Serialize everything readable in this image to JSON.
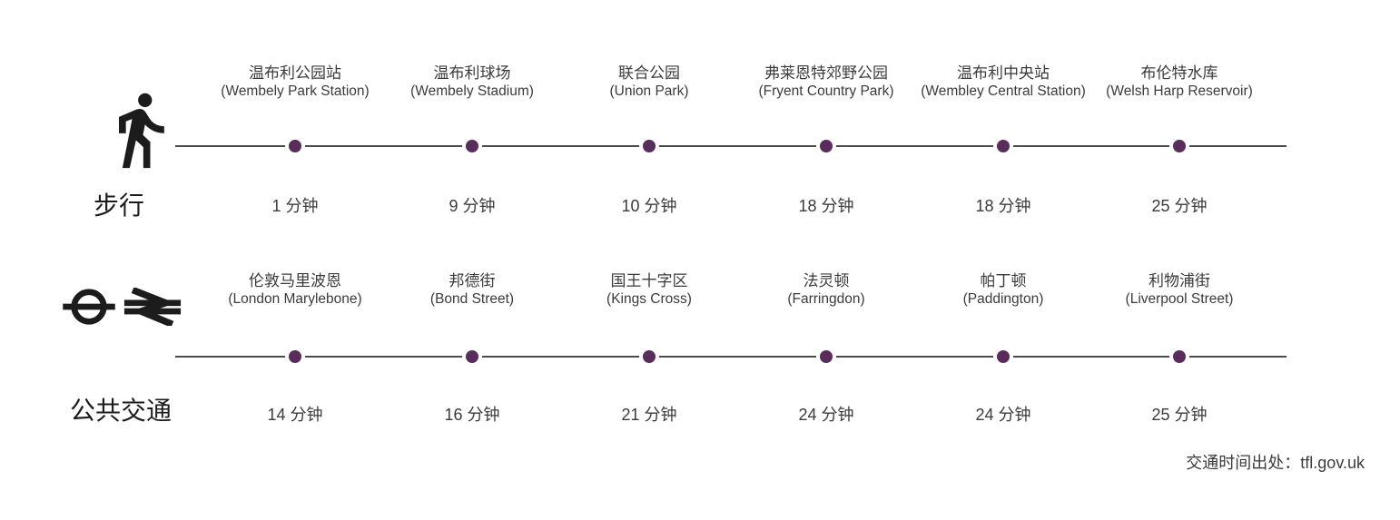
{
  "colors": {
    "dot": "#582c5b",
    "line": "#4b4b4b",
    "text": "#3b3b3b",
    "icon": "#1c1c1c",
    "background": "#ffffff"
  },
  "rows": [
    {
      "id": "walking",
      "label": "步行",
      "icon": "walking-icon",
      "stations": [
        {
          "name_cn": "温布利公园站",
          "name_en": "(Wembely Park Station)",
          "time": "1 分钟"
        },
        {
          "name_cn": "温布利球场",
          "name_en": "(Wembely Stadium)",
          "time": "9 分钟"
        },
        {
          "name_cn": "联合公园",
          "name_en": "(Union Park)",
          "time": "10 分钟"
        },
        {
          "name_cn": "弗莱恩特郊野公园",
          "name_en": "(Fryent Country Park)",
          "time": "18 分钟"
        },
        {
          "name_cn": "温布利中央站",
          "name_en": "(Wembley Central Station)",
          "time": "18 分钟"
        },
        {
          "name_cn": "布伦特水库",
          "name_en": "(Welsh Harp Reservoir)",
          "time": "25 分钟"
        }
      ]
    },
    {
      "id": "public-transport",
      "label": "公共交通",
      "icons": [
        "tfl-roundel-icon",
        "national-rail-icon"
      ],
      "stations": [
        {
          "name_cn": "伦敦马里波恩",
          "name_en": "(London Marylebone)",
          "time": "14 分钟"
        },
        {
          "name_cn": "邦德街",
          "name_en": "(Bond Street)",
          "time": "16 分钟"
        },
        {
          "name_cn": "国王十字区",
          "name_en": "(Kings Cross)",
          "time": "21 分钟"
        },
        {
          "name_cn": "法灵顿",
          "name_en": "(Farringdon)",
          "time": "24 分钟"
        },
        {
          "name_cn": "帕丁顿",
          "name_en": "(Paddington)",
          "time": "24 分钟"
        },
        {
          "name_cn": "利物浦街",
          "name_en": "(Liverpool Street)",
          "time": "25 分钟"
        }
      ]
    }
  ],
  "footer": {
    "source": "交通时间出处：tfl.gov.uk"
  },
  "chart_data": [
    {
      "type": "line",
      "title": "步行 (walking time)",
      "categories": [
        "温布利公园站 (Wembely Park Station)",
        "温布利球场 (Wembely Stadium)",
        "联合公园 (Union Park)",
        "弗莱恩特郊野公园 (Fryent Country Park)",
        "温布利中央站 (Wembley Central Station)",
        "布伦特水库 (Welsh Harp Reservoir)"
      ],
      "values": [
        1,
        9,
        10,
        18,
        18,
        25
      ],
      "unit": "分钟"
    },
    {
      "type": "line",
      "title": "公共交通 (public transport time)",
      "categories": [
        "伦敦马里波恩 (London Marylebone)",
        "邦德街 (Bond Street)",
        "国王十字区 (Kings Cross)",
        "法灵顿 (Farringdon)",
        "帕丁顿 (Paddington)",
        "利物浦街 (Liverpool Street)"
      ],
      "values": [
        14,
        16,
        21,
        24,
        24,
        25
      ],
      "unit": "分钟"
    }
  ]
}
